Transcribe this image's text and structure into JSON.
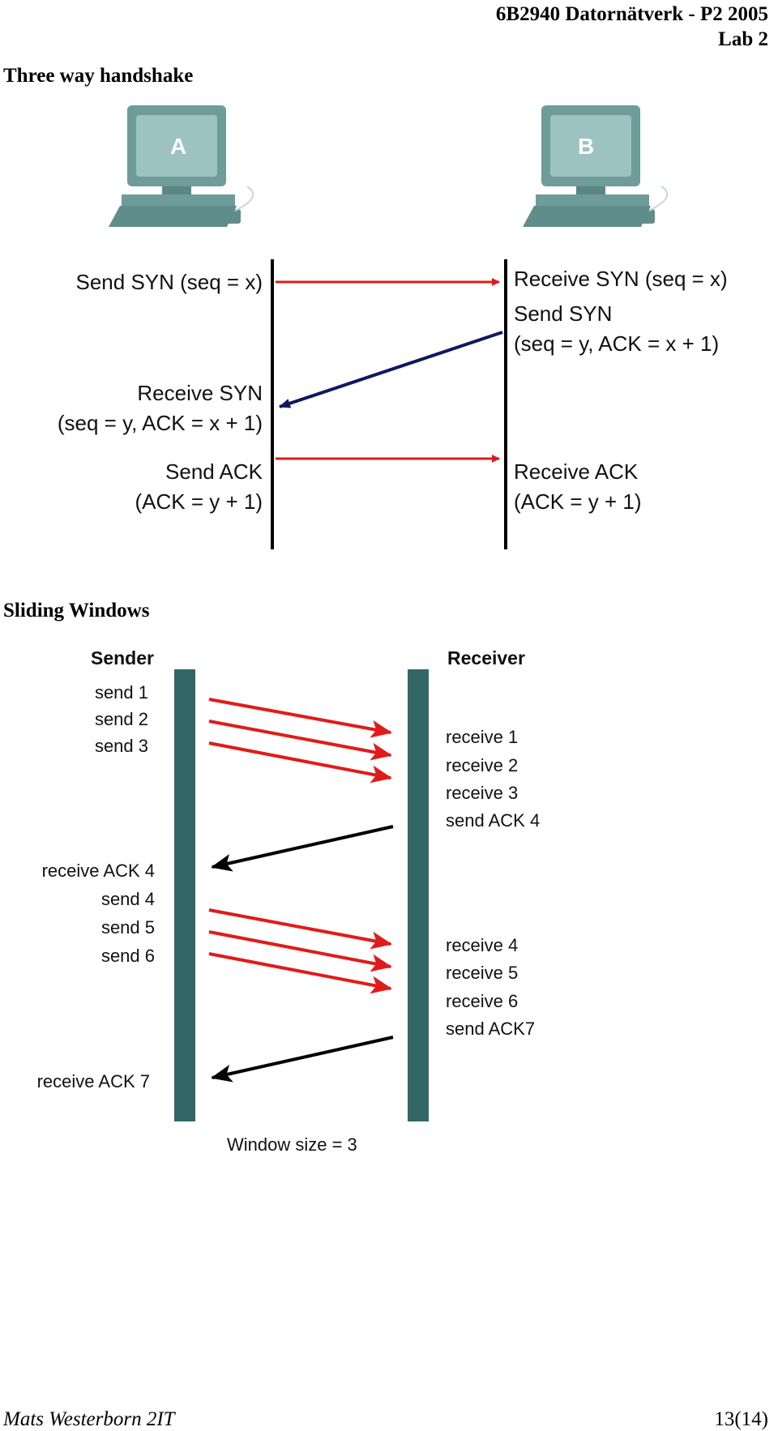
{
  "header": {
    "course": "6B2940 Datornätverk - P2 2005",
    "lab": "Lab 2"
  },
  "handshake": {
    "title": "Three way handshake",
    "host_a": "A",
    "host_b": "B",
    "a_labels": [
      "Send SYN (seq = x)",
      "Receive SYN",
      "(seq = y, ACK = x + 1)",
      "Send ACK",
      "(ACK = y + 1)"
    ],
    "b_labels": [
      "Receive SYN (seq = x)",
      "Send SYN",
      "(seq = y, ACK = x + 1)",
      "Receive ACK",
      "(ACK = y + 1)"
    ],
    "colors": {
      "syn": "#e01b1b",
      "synack": "#0d1a5c",
      "bar": "#000000",
      "monitor": "#6e9c9a"
    }
  },
  "sliding": {
    "title": "Sliding Windows",
    "sender_label": "Sender",
    "receiver_label": "Receiver",
    "sender_events": [
      "send 1",
      "send 2",
      "send 3",
      "receive ACK 4",
      "send 4",
      "send 5",
      "send 6",
      "receive ACK 7"
    ],
    "receiver_events": [
      "receive 1",
      "receive 2",
      "receive 3",
      "send ACK 4",
      "receive 4",
      "receive 5",
      "receive 6",
      "send ACK7"
    ],
    "window_label": "Window size = 3",
    "colors": {
      "data": "#e01b1b",
      "ack": "#000000",
      "bar": "#336766"
    }
  },
  "footer": {
    "author": "Mats Westerborn 2IT",
    "page": "13(14)"
  }
}
